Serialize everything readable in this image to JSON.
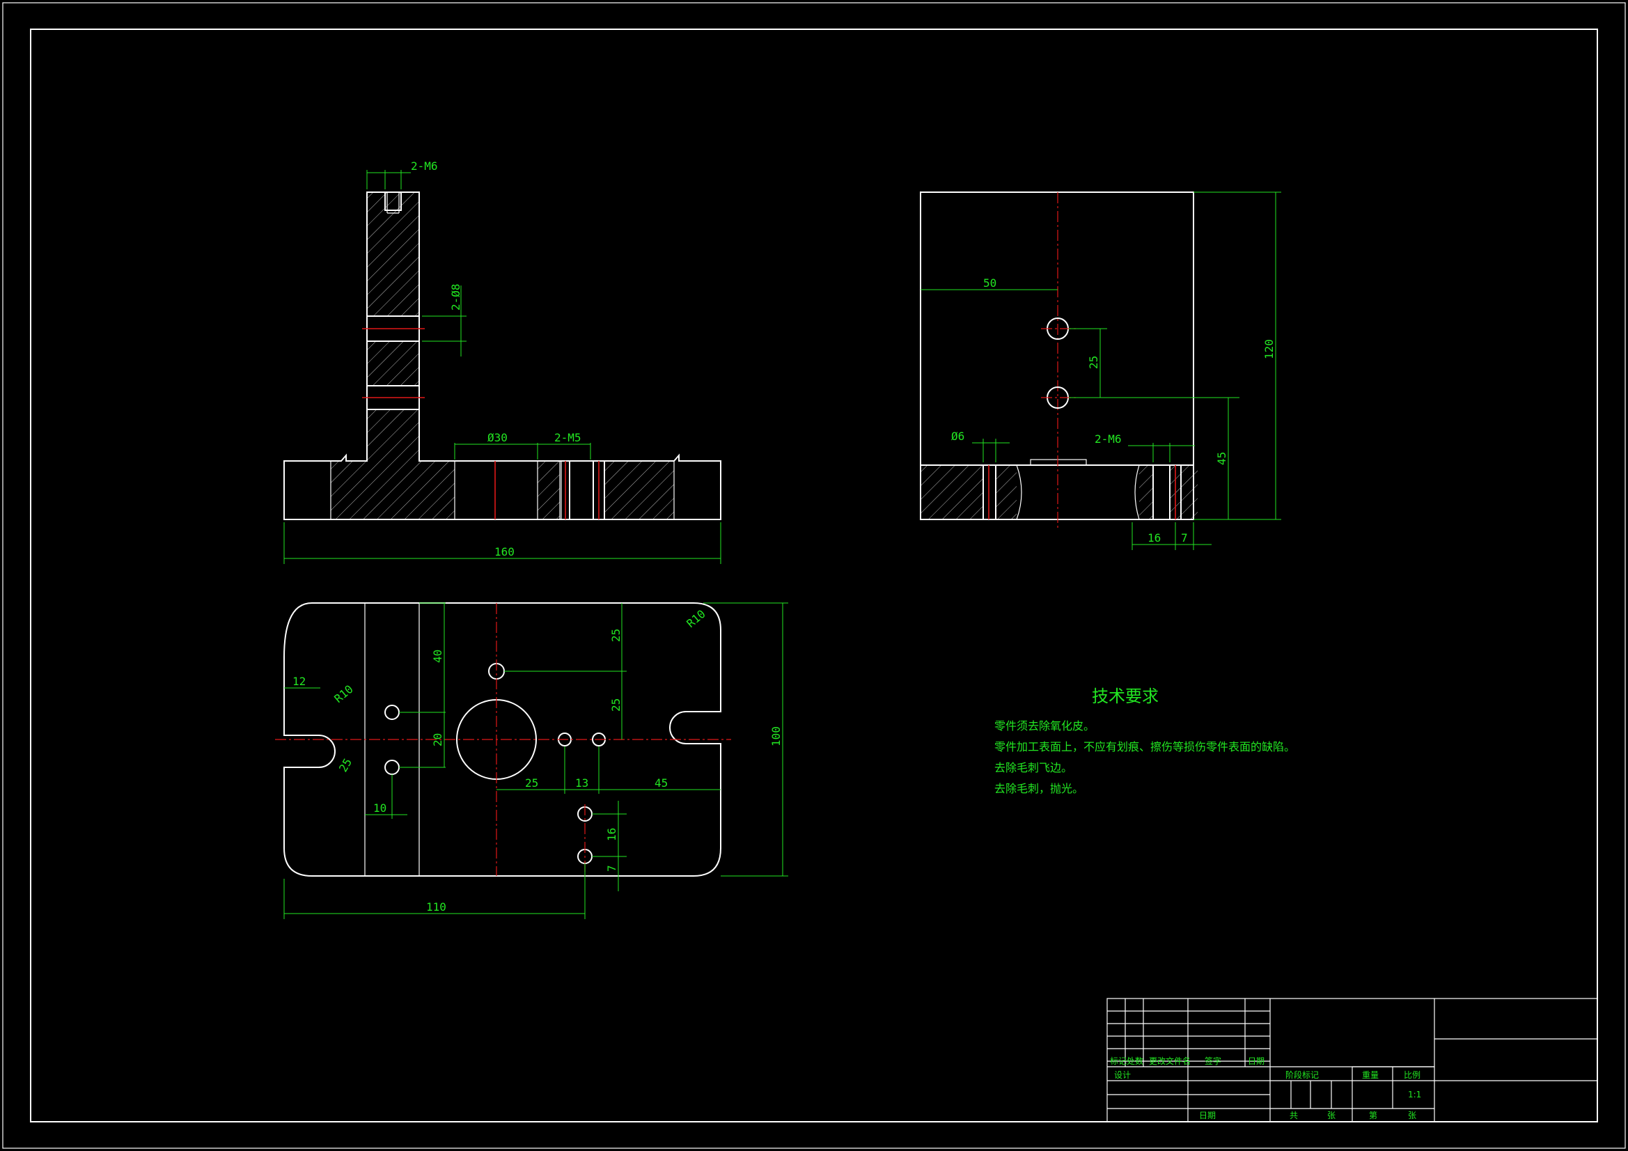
{
  "technical_requirements": {
    "title": "技术要求",
    "items": [
      "零件须去除氧化皮。",
      "零件加工表面上，不应有划痕、擦伤等损伤零件表面的缺陷。",
      "去除毛刺飞边。",
      "去除毛刺，抛光。"
    ]
  },
  "dims": {
    "front": {
      "thread_top": "2-M6",
      "hole_side": "2-Ø8",
      "bore": "Ø30",
      "thread_base": "2-M5",
      "length": "160"
    },
    "side": {
      "d50": "50",
      "d25": "25",
      "d120": "120",
      "d45": "45",
      "dia6": "Ø6",
      "thread": "2-M6",
      "d16": "16",
      "d7": "7"
    },
    "top": {
      "d12": "12",
      "r10_left": "R10",
      "d25_slot": "25",
      "d40": "40",
      "d20": "20",
      "d10": "10",
      "d25_upper": "25",
      "d25_mid": "25",
      "r10_corner": "R10",
      "d100": "100",
      "d25_h": "25",
      "d13": "13",
      "d45_h": "45",
      "d16": "16",
      "d7": "7",
      "d110": "110"
    }
  },
  "title_block": {
    "col_mark": "标记",
    "col_count": "处数",
    "col_doc": "更改文件名",
    "col_sign": "签字",
    "col_date": "日期",
    "design": "设计",
    "date2": "日期",
    "stage_mark": "阶段标记",
    "weight": "重量",
    "scale_label": "比例",
    "scale_value": "1:1",
    "total": "共",
    "sheets": "张",
    "page": "第",
    "sheet": "张"
  }
}
